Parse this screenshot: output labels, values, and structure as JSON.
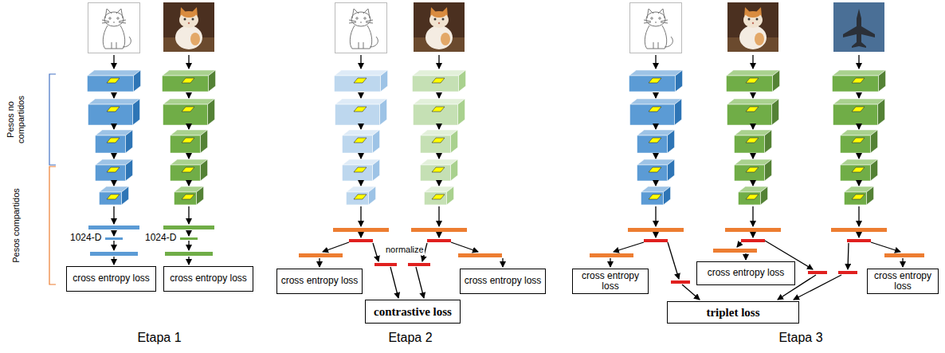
{
  "diagram": {
    "nodes": [
      {
        "text": [
          "cross entropy loss"
        ]
      },
      {
        "text": [
          "cross entropy loss"
        ]
      },
      {
        "text": [
          "cross entropy loss"
        ]
      },
      {
        "text": [
          "contrastive loss"
        ]
      },
      {
        "text": [
          "cross entropy loss"
        ]
      },
      {
        "text": [
          "cross entropy loss"
        ]
      },
      {
        "text": [
          "cross entropy loss"
        ]
      },
      {
        "text": [
          "triplet loss"
        ]
      },
      {
        "text": [
          "cross entropy loss"
        ]
      }
    ],
    "labels": [
      "Pesos no compartidos",
      "Pesos compartidos",
      "1024-D",
      "1024-D",
      "normalize",
      "Etapa 1",
      "Etapa 2",
      "Etapa 3"
    ]
  }
}
